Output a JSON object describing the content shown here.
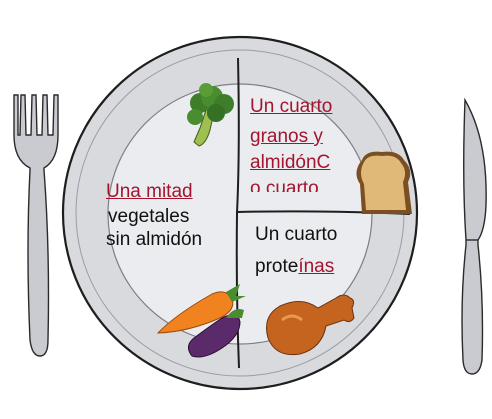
{
  "plate": {
    "half": {
      "heading": "Una mitad",
      "line1": "vegetales",
      "line2": "sin almidón"
    },
    "quarter_grains": {
      "line1": "Un cuarto",
      "line2": "granos y",
      "line3a": "almidón",
      "line3b": "C",
      "line4": "o cuarto"
    },
    "quarter_protein": {
      "line1": "Un cuarto",
      "line2a": "prote",
      "line2b": "ínas"
    }
  },
  "colors": {
    "link": "#a3152f",
    "plate_rim": "#d9dade",
    "plate_center": "#ebecef",
    "outline": "#1e1e1e"
  },
  "icons": [
    "fork-icon",
    "knife-icon",
    "broccoli-icon",
    "carrot-icon",
    "eggplant-icon",
    "bread-icon",
    "chicken-leg-icon"
  ]
}
